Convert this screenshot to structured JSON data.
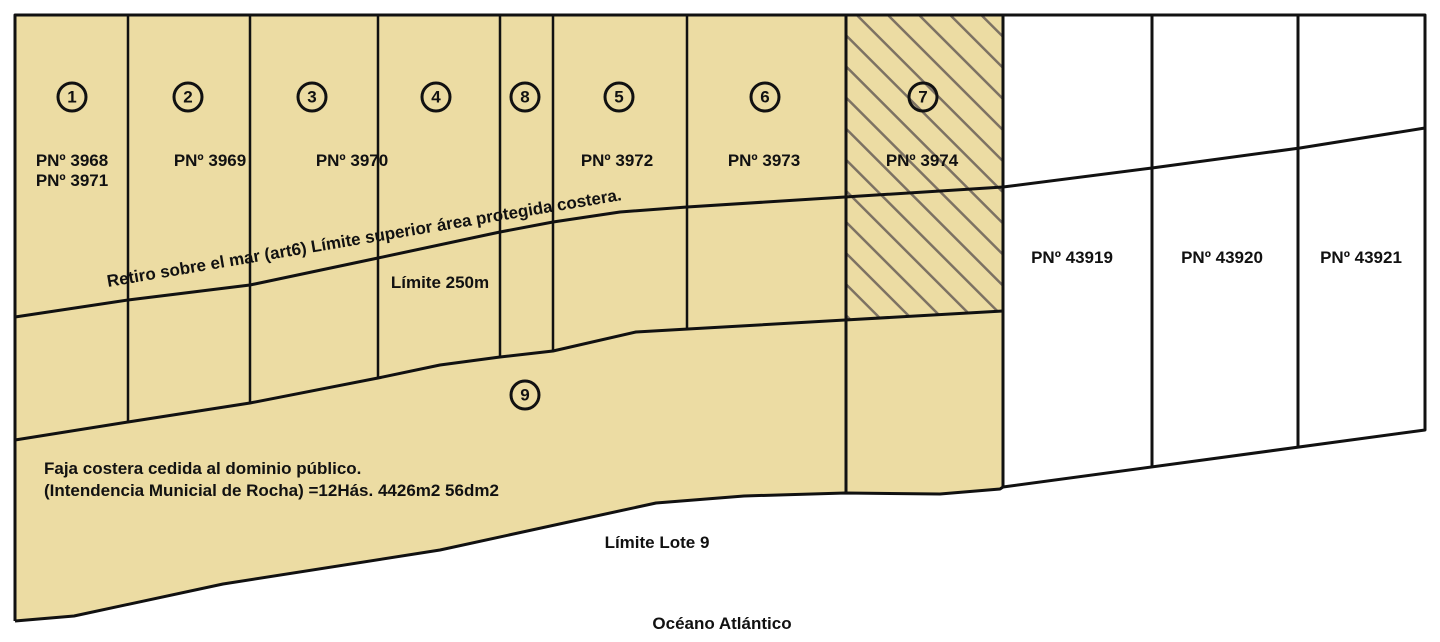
{
  "colors": {
    "land": "#ecdca3",
    "hatch": "#7d7263",
    "line": "#111111"
  },
  "lots": [
    {
      "number": "1",
      "parcels": [
        "PNº 3968",
        "PNº 3971"
      ]
    },
    {
      "number": "2",
      "parcels": [
        "PNº 3969"
      ]
    },
    {
      "number": "3",
      "parcels": [
        "PNº 3970"
      ]
    },
    {
      "number": "4",
      "parcels": []
    },
    {
      "number": "8",
      "parcels": []
    },
    {
      "number": "5",
      "parcels": [
        "PNº 3972"
      ]
    },
    {
      "number": "6",
      "parcels": [
        "PNº 3973"
      ]
    },
    {
      "number": "7",
      "parcels": [
        "PNº 3974"
      ]
    },
    {
      "number": "9",
      "parcels": []
    }
  ],
  "neighbor_parcels": [
    "PNº 43919",
    "PNº 43920",
    "PNº 43921"
  ],
  "labels": {
    "retiro": "Retiro sobre el mar (art6) Límite superior área protegida costera.",
    "limite_250": "Límite 250m",
    "faja_line1": "Faja costera cedida al dominio público.",
    "faja_line2": "(Intendencia Municial de Rocha) =12Hás. 4426m2 56dm2",
    "limite_lote9": "Límite Lote 9",
    "ocean": "Océano Atlántico"
  }
}
